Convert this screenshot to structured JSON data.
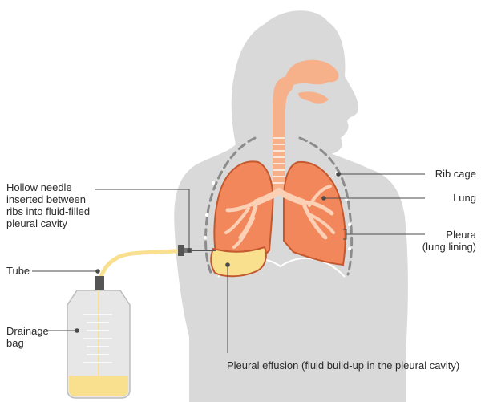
{
  "labels": {
    "hollow_needle": "Hollow needle\ninserted between\nribs into fluid-filled\npleural cavity",
    "tube": "Tube",
    "drainage_bag": "Drainage\nbag",
    "rib_cage": "Rib cage",
    "lung": "Lung",
    "pleura": "Pleura\n(lung lining)",
    "pleural_effusion": "Pleural effusion (fluid build-up in the pleural cavity)"
  },
  "colors": {
    "body": "#d9d9d9",
    "lung_fill": "#f2875c",
    "lung_outline": "#c4582f",
    "airway": "#f6b08a",
    "bronchi": "#fbd0b4",
    "fluid": "#f8e08e",
    "rib_dash": "#8c8c8c",
    "leader": "#4a4a4a",
    "bag": "#e7e7e7"
  }
}
